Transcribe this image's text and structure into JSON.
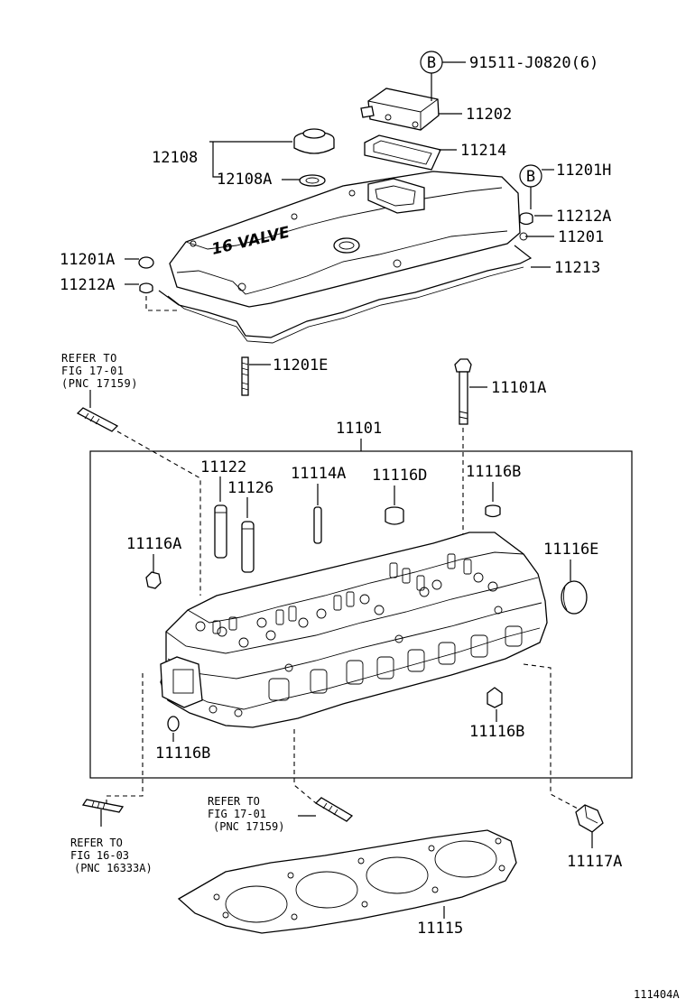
{
  "labels": {
    "p91511": "91511-J0820(6)",
    "p11202": "11202",
    "p11214": "11214",
    "p12108": "12108",
    "p12108A": "12108A",
    "p11201H": "11201H",
    "p11212A_r": "11212A",
    "p11201": "11201",
    "p11213": "11213",
    "p11201A": "11201A",
    "p11212A_l": "11212A",
    "p11201E": "11201E",
    "p11101A": "11101A",
    "p11101": "11101",
    "p11122": "11122",
    "p11126": "11126",
    "p11114A": "11114A",
    "p11116D": "11116D",
    "p11116B_t": "11116B",
    "p11116A": "11116A",
    "p11116E": "11116E",
    "p11116B_l": "11116B",
    "p11116B_r": "11116B",
    "p11117A": "11117A",
    "p11115": "11115",
    "circleB": "B",
    "valveCover": "16 VALVE"
  },
  "refs": {
    "top": [
      "REFER TO",
      "FIG 17-01",
      "(PNC 17159)"
    ],
    "mid": [
      "REFER TO",
      "FIG 17-01",
      "(PNC 17159)"
    ],
    "left": [
      "REFER TO",
      "FIG 16-03",
      "(PNC 16333A)"
    ]
  },
  "figure_id": "111404A"
}
